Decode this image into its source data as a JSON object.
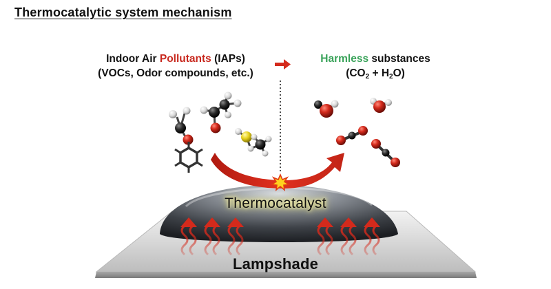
{
  "title": "Thermocatalytic system mechanism",
  "left_label": {
    "line1_pre": "Indoor Air ",
    "line1_red": "Pollutants",
    "line1_post": " (IAPs)",
    "line2": "(VOCs, Odor compounds, etc.)"
  },
  "right_label": {
    "line1_green": "Harmless",
    "line1_post": " substances",
    "line2_open": "(CO",
    "line2_sub1": "2",
    "line2_mid": " + H",
    "line2_sub2": "2",
    "line2_close": "O)"
  },
  "catalyst_label": "Thermocatalyst",
  "base_label": "Lampshade",
  "colors": {
    "pollutant_red": "#c8281e",
    "harmless_green": "#3aa35a",
    "arrow_red": "#d42a1c",
    "sulfur_yellow": "#e8d21e",
    "dome_gray": "#4a4f56",
    "plate_gray": "#d9d9d9"
  }
}
